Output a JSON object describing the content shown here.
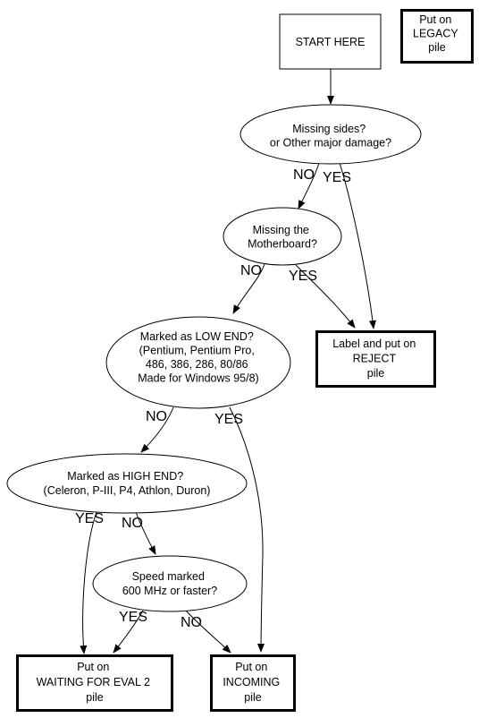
{
  "nodes": {
    "start": {
      "lines": [
        "START HERE"
      ]
    },
    "legacy": {
      "lines": [
        "Put on",
        "LEGACY",
        "pile"
      ]
    },
    "q_missing_sides": {
      "lines": [
        "Missing sides?",
        "or Other major damage?"
      ]
    },
    "q_motherboard": {
      "lines": [
        "Missing the",
        "Motherboard?"
      ]
    },
    "reject": {
      "lines": [
        "Label and put on",
        "REJECT",
        "pile"
      ]
    },
    "q_low_end": {
      "lines": [
        "Marked as LOW END?",
        "(Pentium, Pentium Pro,",
        "486, 386, 286, 80/86",
        "Made for Windows 95/8)"
      ]
    },
    "q_high_end": {
      "lines": [
        "Marked as HIGH END?",
        "(Celeron, P-III, P4, Athlon, Duron)"
      ]
    },
    "q_speed": {
      "lines": [
        "Speed marked",
        "600 MHz or faster?"
      ]
    },
    "waiting": {
      "lines": [
        "Put on",
        "WAITING FOR EVAL 2",
        "pile"
      ]
    },
    "incoming": {
      "lines": [
        "Put on",
        "INCOMING",
        "pile"
      ]
    }
  },
  "edges": {
    "e1": {
      "label": ""
    },
    "e2": {
      "label": "NO"
    },
    "e3": {
      "label": "YES"
    },
    "e4": {
      "label": "NO"
    },
    "e5": {
      "label": "YES"
    },
    "e6": {
      "label": "NO"
    },
    "e7": {
      "label": "YES"
    },
    "e8": {
      "label": "YES"
    },
    "e9": {
      "label": "NO"
    },
    "e10": {
      "label": "YES"
    },
    "e11": {
      "label": "NO"
    }
  }
}
